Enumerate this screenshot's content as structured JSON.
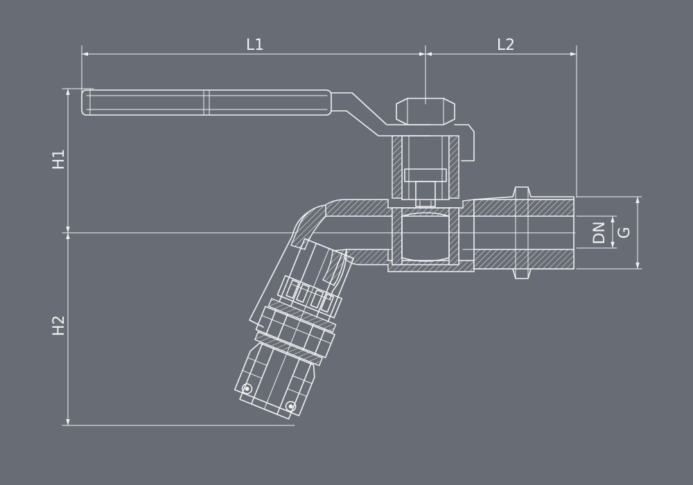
{
  "dimensions": {
    "L1": "L1",
    "L2": "L2",
    "H1": "H1",
    "H2": "H2",
    "DN": "DN",
    "G": "G"
  },
  "colors": {
    "background": "#686d75",
    "line": "#f2f2f2"
  }
}
